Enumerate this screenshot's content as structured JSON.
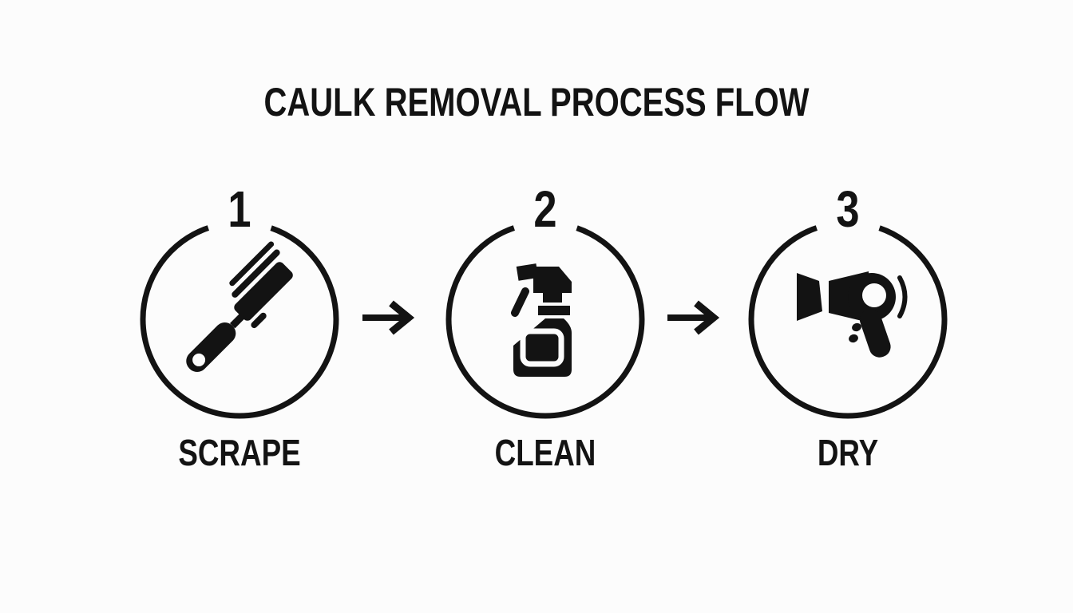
{
  "title": "CAULK REMOVAL PROCESS FLOW",
  "steps": [
    {
      "number": "1",
      "label": "SCRAPE",
      "icon": "putty-knife-scraper-icon"
    },
    {
      "number": "2",
      "label": "CLEAN",
      "icon": "spray-bottle-icon"
    },
    {
      "number": "3",
      "label": "DRY",
      "icon": "hair-dryer-icon"
    }
  ],
  "connectors": {
    "type": "right-arrow",
    "count": 2
  },
  "colors": {
    "foreground": "#131313",
    "background": "#fcfcfc"
  }
}
